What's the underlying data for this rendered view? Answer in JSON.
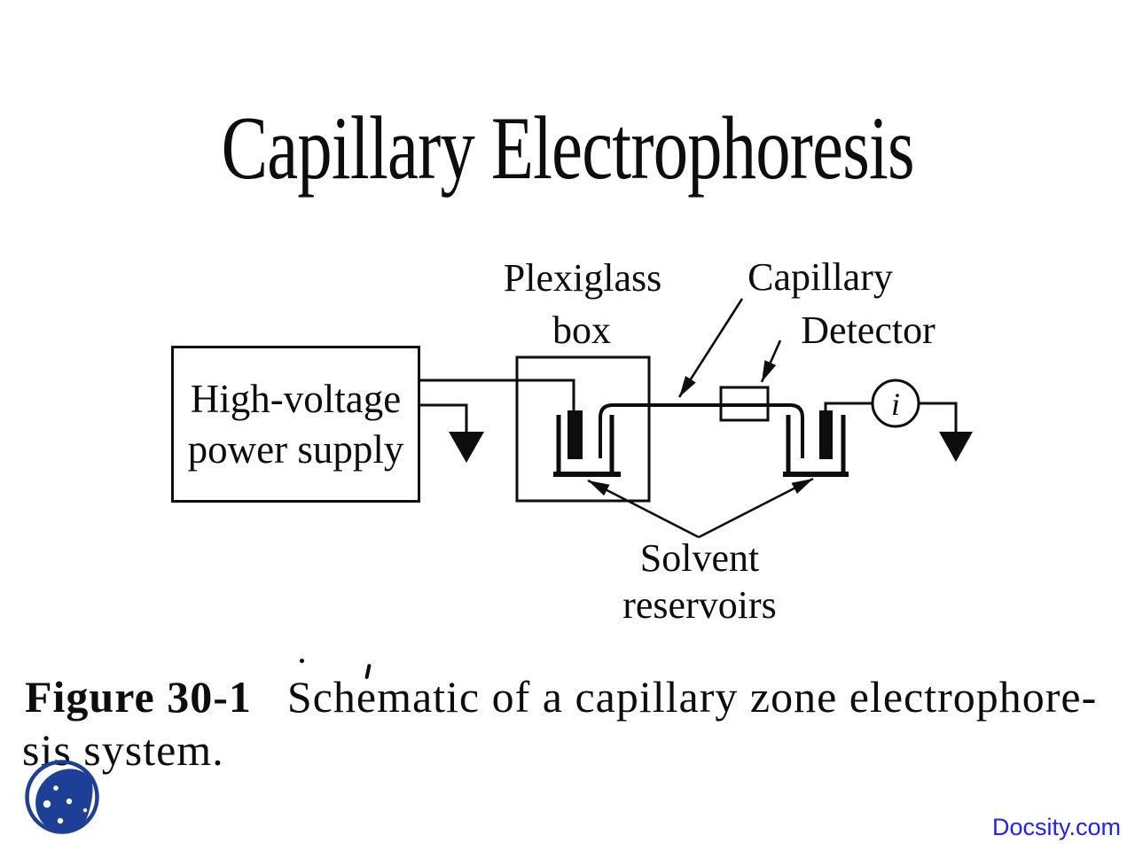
{
  "slide": {
    "title": "Capillary Electrophoresis"
  },
  "diagram": {
    "hv_supply": {
      "line1": "High-voltage",
      "line2": "power supply"
    },
    "labels": {
      "plexiglass_line1": "Plexiglass",
      "plexiglass_line2": "box",
      "capillary": "Capillary",
      "detector": "Detector",
      "solvent_line1": "Solvent",
      "solvent_line2": "reservoirs"
    },
    "current_meter_symbol": "i",
    "ink_color": "#0d0d0d"
  },
  "caption": {
    "figure_label": "Figure 30-1",
    "line1": "Schematic of a capillary zone electrophore-",
    "line2": "sis system."
  },
  "footer": {
    "brand": "Docsity.com",
    "brand_color": "#2222ee",
    "logo_color": "#1e3f96"
  }
}
